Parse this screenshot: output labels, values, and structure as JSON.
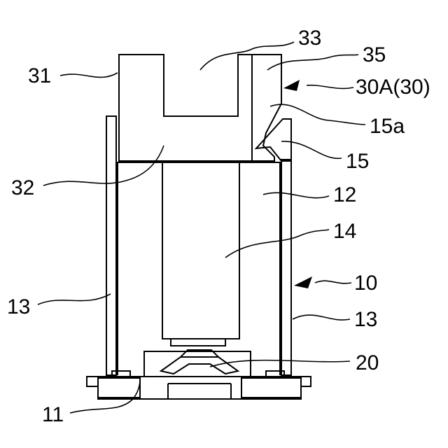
{
  "labels": {
    "l33": "33",
    "l35": "35",
    "l31": "31",
    "l30a": "30A(30)",
    "l15a": "15a",
    "l15": "15",
    "l32": "32",
    "l12": "12",
    "l14": "14",
    "l10": "10",
    "l13_left": "13",
    "l13_right": "13",
    "l20": "20",
    "l11": "11"
  }
}
